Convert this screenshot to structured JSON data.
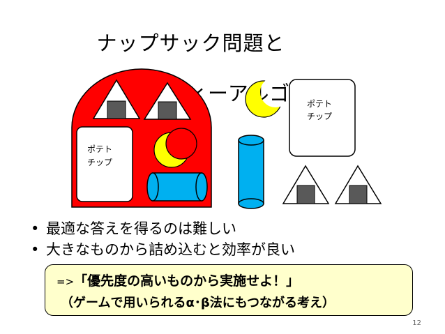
{
  "title": {
    "line1": "ナップサック問題と",
    "line2": "グリーディーアルゴリズム"
  },
  "knapsack_item_label": {
    "line1": "ポテト",
    "line2": "チップ"
  },
  "outside_item_label": {
    "line1": "ポテト",
    "line2": "チップ"
  },
  "bullets": [
    "最適な答えを得るのは難しい",
    "大きなものから詰め込むと効率が良い"
  ],
  "callout": {
    "arrow": "=>",
    "line1": "「優先度の高いものから実施せよ！」",
    "line2": "（ゲームで用いられるα･β法にもつながる考え）"
  },
  "page_number": "12",
  "colors": {
    "bag": "#ff0000",
    "moon": "#ffff00",
    "can": "#00b0f0",
    "callout_bg": "#ffffcc",
    "nori": "#595959"
  },
  "icons": [
    "knapsack",
    "rice-ball-icon",
    "moon-icon",
    "cylinder-icon",
    "chips-box"
  ]
}
